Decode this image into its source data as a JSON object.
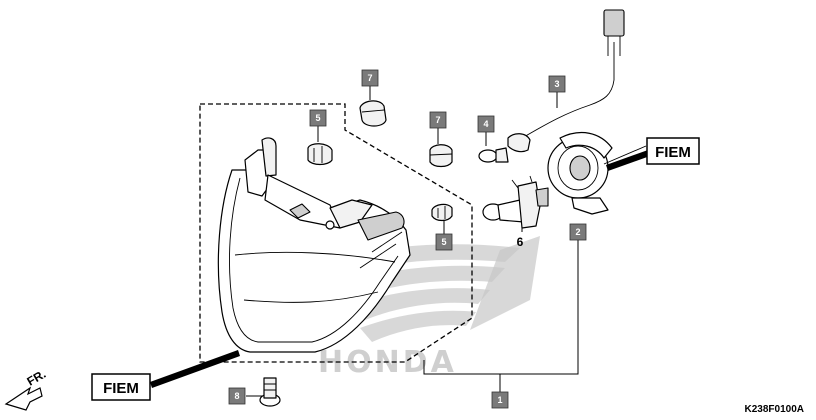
{
  "callouts": {
    "c1": "1",
    "c2": "2",
    "c3": "3",
    "c4": "4",
    "c5a": "5",
    "c5b": "5",
    "c7a": "7",
    "c7b": "7",
    "c8": "8"
  },
  "labels": {
    "fiem_right": "FIEM",
    "fiem_left": "FIEM",
    "bulb_number": "6",
    "front_marker": "FR.",
    "diagram_code": "K238F0100A"
  },
  "logo_text": "HONDA"
}
